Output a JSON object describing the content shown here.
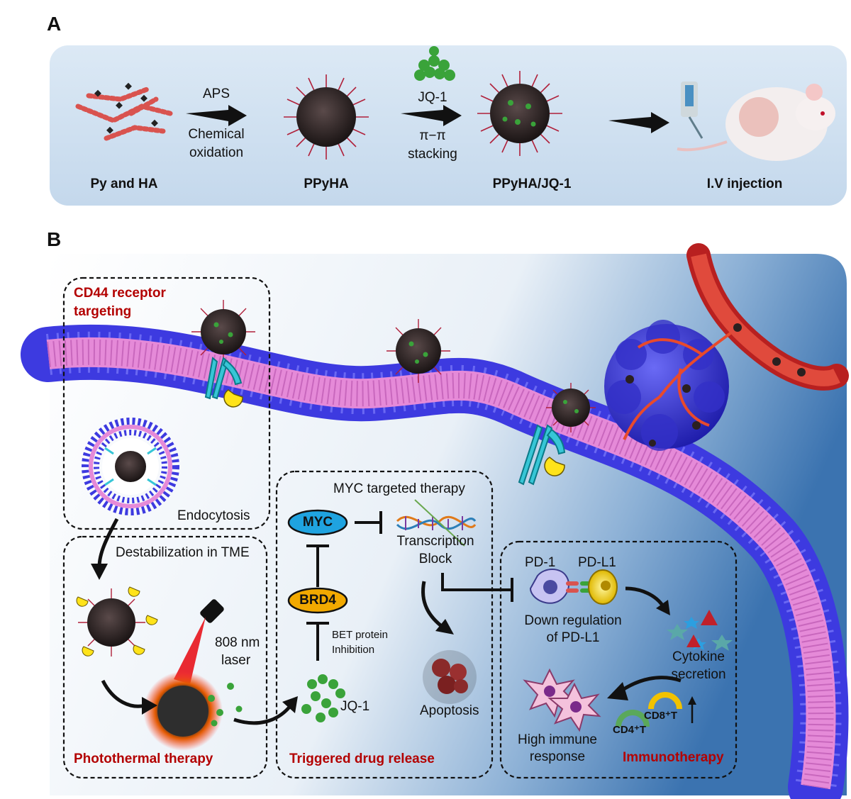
{
  "panel_a": {
    "letter": "A",
    "steps": [
      "Py and HA",
      "PPyHA",
      "PPyHA/JQ-1",
      "I.V injection"
    ],
    "arrow1": {
      "top": "APS",
      "bottom_line1": "Chemical",
      "bottom_line2": "oxidation"
    },
    "arrow2": {
      "top": "JQ-1",
      "bottom_line1": "π−π",
      "bottom_line2": "stacking"
    }
  },
  "panel_b": {
    "letter": "B",
    "cd44_line1": "CD44 receptor",
    "cd44_line2": "targeting",
    "endocytosis": "Endocytosis",
    "destabilization": "Destabilization in TME",
    "laser_line1": "808 nm",
    "laser_line2": "laser",
    "photothermal": "Photothermal therapy",
    "myc_targeted": "MYC targeted therapy",
    "myc": "MYC",
    "brd4": "BRD4",
    "transcription_line1": "Transcription",
    "transcription_line2": "Block",
    "bet_line1": "BET protein",
    "bet_line2": "Inhibition",
    "jq1": "JQ-1",
    "apoptosis": "Apoptosis",
    "triggered": "Triggered drug release",
    "pd1": "PD-1",
    "pdl1": "PD-L1",
    "down_line1": "Down regulation",
    "down_line2": "of PD-L1",
    "cytokine_line1": "Cytokine",
    "cytokine_line2": "secretion",
    "cd8": "CD8⁺T",
    "cd4": "CD4⁺T",
    "high_line1": "High immune",
    "high_line2": "response",
    "immunotherapy": "Immunotherapy"
  },
  "colors": {
    "title_red": "#b30000",
    "panel_a_bg": "#d6e6f3",
    "membrane_blue": "#3d3ae0",
    "membrane_pink": "#e58ad8",
    "myc_fill": "#1fa3e0",
    "brd4_fill": "#f2a900"
  }
}
